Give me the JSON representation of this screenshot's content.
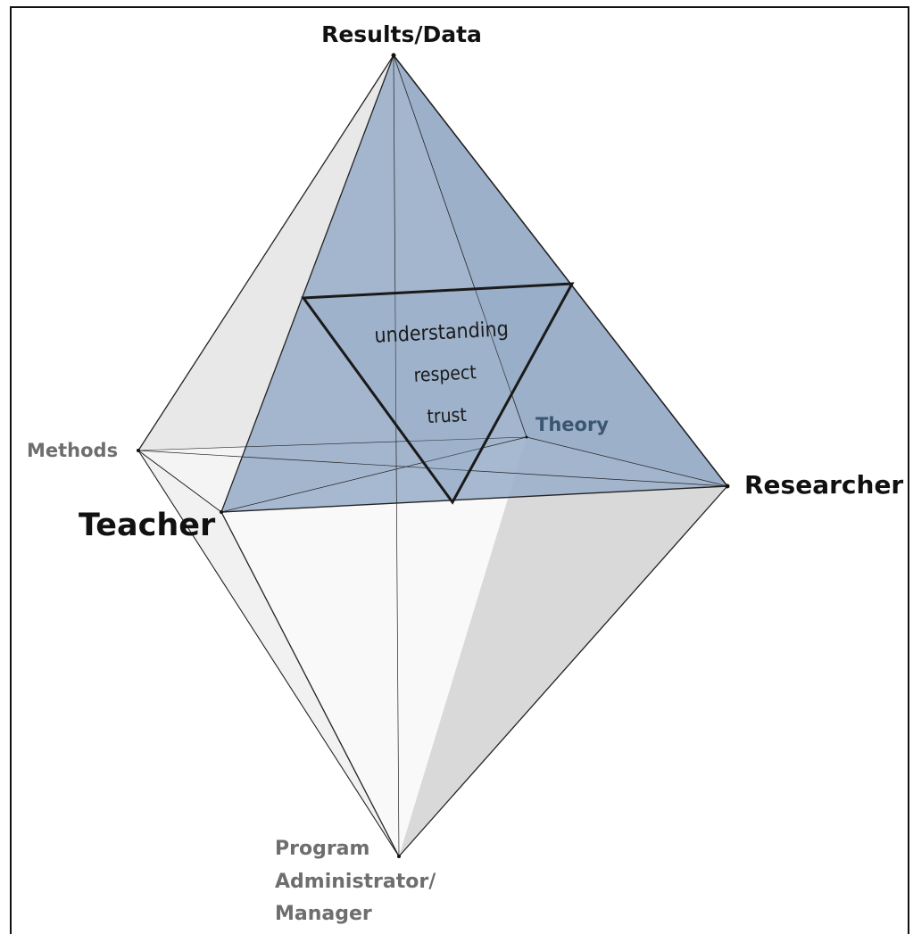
{
  "vertices": {
    "top": "Results/Data",
    "methods": "Methods",
    "theory": "Theory",
    "teacher": "Teacher",
    "researcher": "Researcher",
    "bottom_line1": "Program",
    "bottom_line2": "Administrator/",
    "bottom_line3": "Manager"
  },
  "inner_triangle": {
    "line1": "understanding",
    "line2": "respect",
    "line3": "trust"
  },
  "colors": {
    "blue_face": "#8fa6c3",
    "theory_text": "#3b5670",
    "gray_text": "#6e6e6e",
    "edge": "#222222"
  }
}
